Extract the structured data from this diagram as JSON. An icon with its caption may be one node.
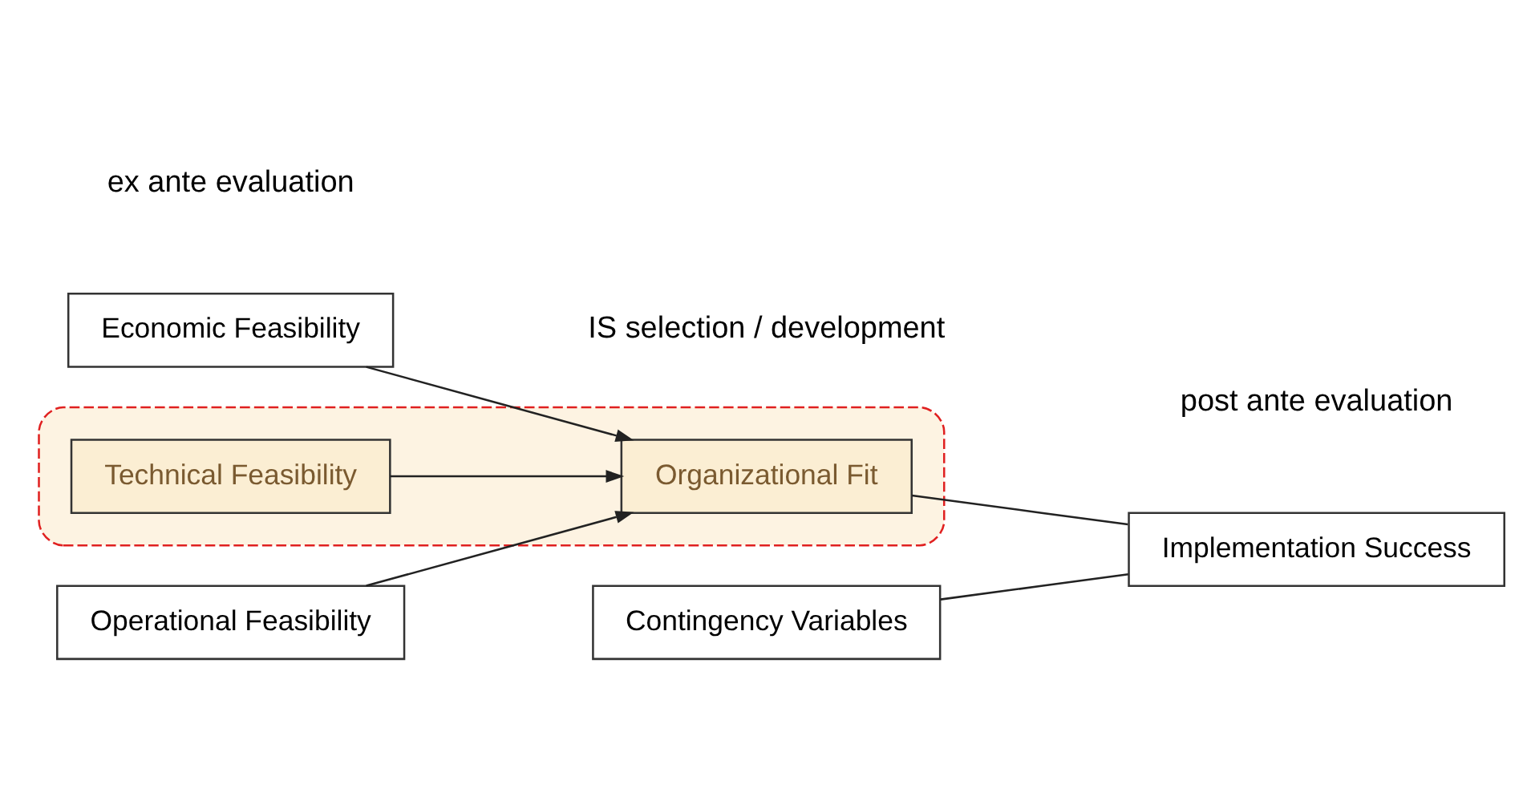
{
  "diagram": {
    "nodes": [
      {
        "text": [
          "Economic Feasibility"
        ]
      },
      {
        "text": [
          "Contingency Variables"
        ]
      },
      {
        "text": [],
        "shape": "box"
      },
      {
        "text": [
          "Technical Feasibility"
        ],
        "in": 2
      },
      {
        "text": [
          "Organizational Fit"
        ],
        "in": 2
      },
      {
        "text": [
          "Implementation Success"
        ]
      },
      {
        "text": [
          "Operational Feasibility"
        ]
      }
    ],
    "edges": [
      {
        "from": 0,
        "to": 4,
        "arrow": "to"
      },
      {
        "from": 3,
        "to": 4,
        "arrow": "to"
      },
      {
        "from": 6,
        "to": 4,
        "arrow": "to"
      },
      {
        "from": 4,
        "to": 5,
        "arrow": "none"
      },
      {
        "from": 1,
        "to": 5,
        "arrow": "none"
      }
    ],
    "labels": [
      "ex ante evaluation",
      "IS selection / development",
      "post ante evaluation"
    ]
  }
}
